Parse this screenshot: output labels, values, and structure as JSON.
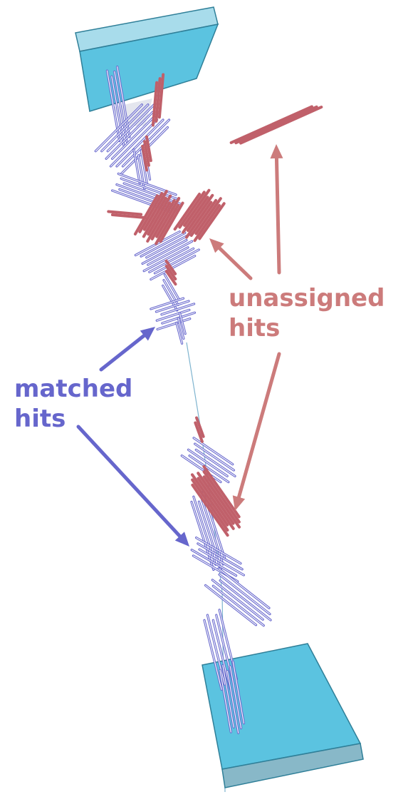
{
  "colors": {
    "matched": "#6666cc",
    "unassigned": "#cc7b7b",
    "unassigned_dark": "#c0606a",
    "detector_face": "#5bc3e0",
    "detector_top": "#a8dceb",
    "detector_edge": "#2f7f98",
    "detector_bottom": "#88b8c8",
    "track_line": "#7fb4cf"
  },
  "labels": {
    "unassigned": [
      "unassigned",
      "hits"
    ],
    "matched": [
      "matched",
      "hits"
    ]
  },
  "icons": {
    "arrow": "arrow-icon"
  }
}
